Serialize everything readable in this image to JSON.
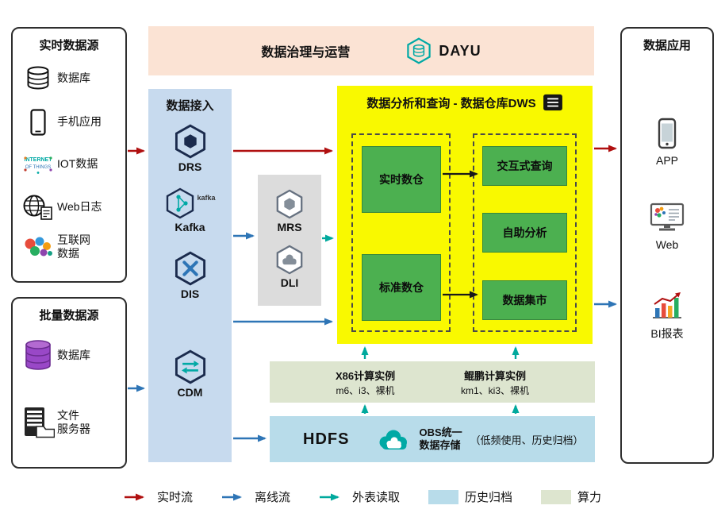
{
  "colors": {
    "realtime_flow": "#b01010",
    "offline_flow": "#2e75b6",
    "external_read": "#00a99d",
    "archive_fill": "#b8dcea",
    "compute_fill": "#dde5cf",
    "dws_bg": "#f9f900",
    "green_box": "#4cb050",
    "ingestion_bg": "#c7daee",
    "governance_bg": "#fbe3d4",
    "middleware_bg": "#dcdcdc"
  },
  "governance": {
    "title": "数据治理与运营",
    "logo": "DAYU"
  },
  "realtime_sources": {
    "title": "实时数据源",
    "items": [
      "数据库",
      "手机应用",
      "IOT数据",
      "Web日志",
      "互联网\n数据"
    ]
  },
  "batch_sources": {
    "title": "批量数据源",
    "items": [
      "数据库",
      "文件\n服务器"
    ]
  },
  "ingestion": {
    "title": "数据接入",
    "services": [
      "DRS",
      "Kafka",
      "DIS",
      "CDM"
    ],
    "kafka_wordmark": "kafka"
  },
  "middleware": {
    "services": [
      "MRS",
      "DLI"
    ]
  },
  "dws": {
    "title": "数据分析和查询 - 数据仓库DWS",
    "warehouses": [
      "实时数仓",
      "标准数仓"
    ],
    "functions": [
      "交互式查询",
      "自助分析",
      "数据集市"
    ]
  },
  "compute": {
    "x86": {
      "title": "X86计算实例",
      "specs": "m6、i3、裸机"
    },
    "kunpeng": {
      "title": "鲲鹏计算实例",
      "specs": "km1、ki3、裸机"
    }
  },
  "storage": {
    "hdfs": "HDFS",
    "obs": "OBS统一数据存储",
    "note": "（低频使用、历史归档）"
  },
  "apps": {
    "title": "数据应用",
    "items": [
      "APP",
      "Web",
      "BI报表"
    ]
  },
  "legend": [
    {
      "label": "实时流"
    },
    {
      "label": "离线流"
    },
    {
      "label": "外表读取"
    },
    {
      "label": "历史归档"
    },
    {
      "label": "算力"
    }
  ]
}
